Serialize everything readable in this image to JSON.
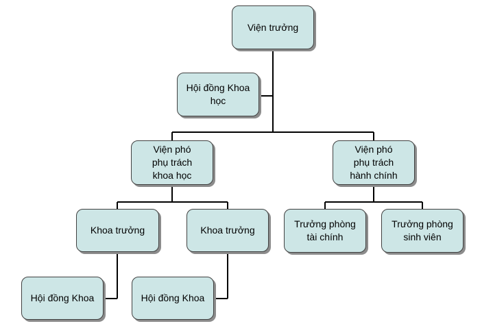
{
  "nodes": {
    "director": {
      "label": "Viện trưởng"
    },
    "science_council": {
      "label": "Hội đồng Khoa\nhọc"
    },
    "vice_director_science": {
      "label": "Viện phó\nphụ trách\nkhoa học"
    },
    "vice_director_admin": {
      "label": "Viện phó\nphụ trách\nhành chính"
    },
    "dean_1": {
      "label": "Khoa trưởng"
    },
    "dean_2": {
      "label": "Khoa trưởng"
    },
    "head_finance": {
      "label": "Trưởng phòng\ntài chính"
    },
    "head_students": {
      "label": "Trưởng phòng\nsinh viên"
    },
    "faculty_council_1": {
      "label": "Hội đồng Khoa"
    },
    "faculty_council_2": {
      "label": "Hội đồng Khoa"
    }
  },
  "colors": {
    "box_fill": "#cde6e6",
    "box_border": "#404040",
    "box_shadow": "#8c8c8c",
    "connector": "#000000"
  }
}
